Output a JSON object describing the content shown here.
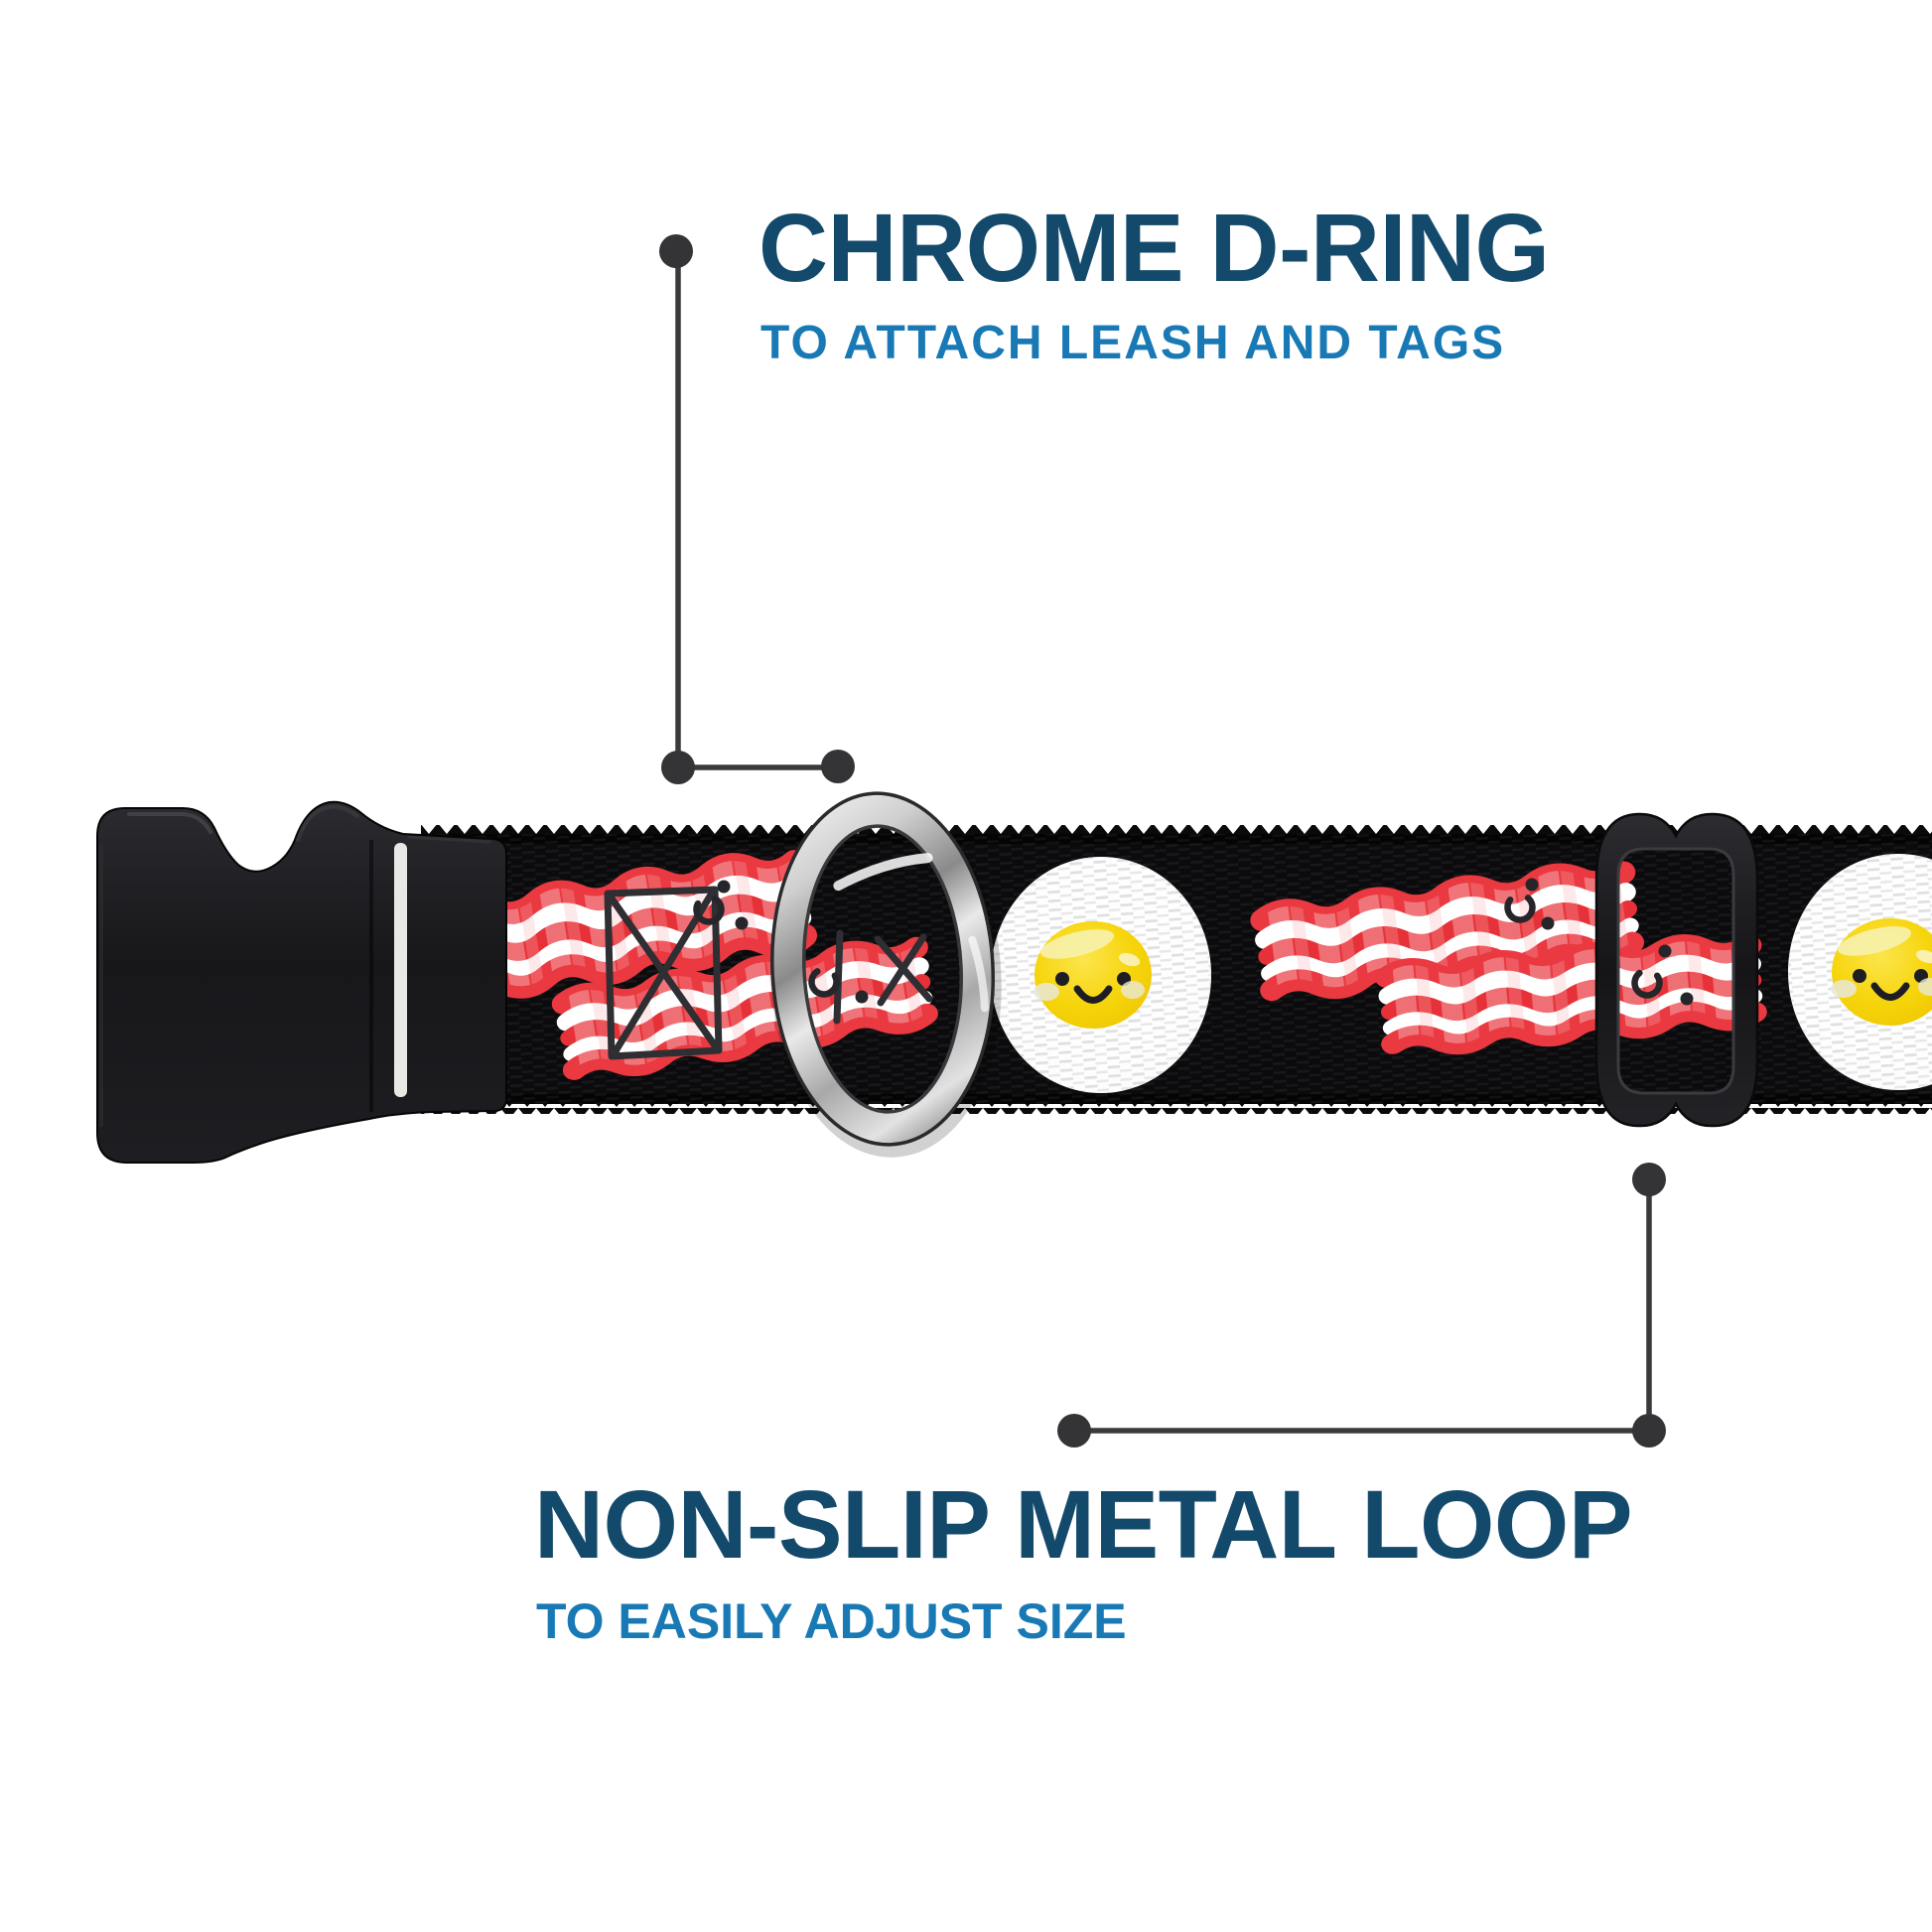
{
  "callouts": {
    "top": {
      "title": "CHROME D-RING",
      "subtitle": "TO ATTACH LEASH AND TAGS"
    },
    "bottom": {
      "title": "NON-SLIP METAL LOOP",
      "subtitle": "TO EASILY ADJUST SIZE"
    }
  },
  "colors": {
    "background": "#FFFFFF",
    "title_navy": "#134A6C",
    "subtitle_blue": "#1879B4",
    "callout_line_gray": "#3A3A3C",
    "webbing_black": "#0B0B0D",
    "bacon_red": "#EA3940",
    "bacon_dark_red": "#E73138",
    "bacon_pink": "#F6AEB3",
    "egg_white": "#FDFDFD",
    "egg_yolk": "#F6D40A",
    "chrome_silver": "#D6D6D6",
    "plastic_black": "#1D1D20"
  },
  "collar": {
    "hardware": [
      {
        "label": "side-release buckle"
      },
      {
        "label": "chrome d-ring"
      },
      {
        "label": "non-slip metal adjuster loop"
      }
    ],
    "pattern_motifs": [
      "bacon strips with cute faces",
      "fried eggs with smiley faces"
    ]
  }
}
